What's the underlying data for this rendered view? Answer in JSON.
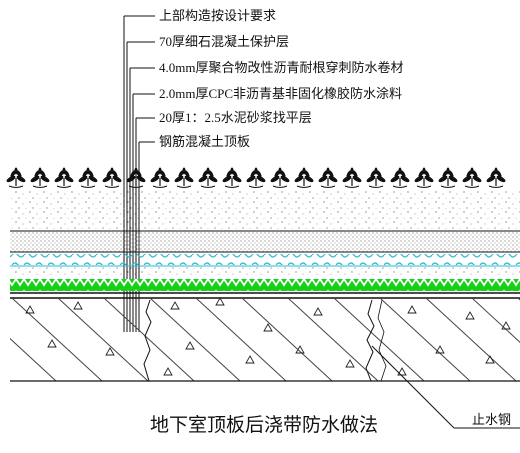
{
  "labels": [
    "上部构造按设计要求",
    "70厚细石混凝土保护层",
    "4.0mm厚聚合物改性沥青耐根穿刺防水卷材",
    "2.0mm厚CPC非沥青基非固化橡胶防水涂料",
    "20厚1：2.5水泥砂浆找平层",
    "钢筋混凝土顶板"
  ],
  "caption": "地下室顶板后浇带防水做法",
  "side_label": "止水钢",
  "colors": {
    "membrane_green": "#17d117",
    "mortar_cyan": "#27b9d6",
    "line": "#111111"
  },
  "icons": [
    "plant-icon",
    "aggregate-triangle-icon"
  ]
}
